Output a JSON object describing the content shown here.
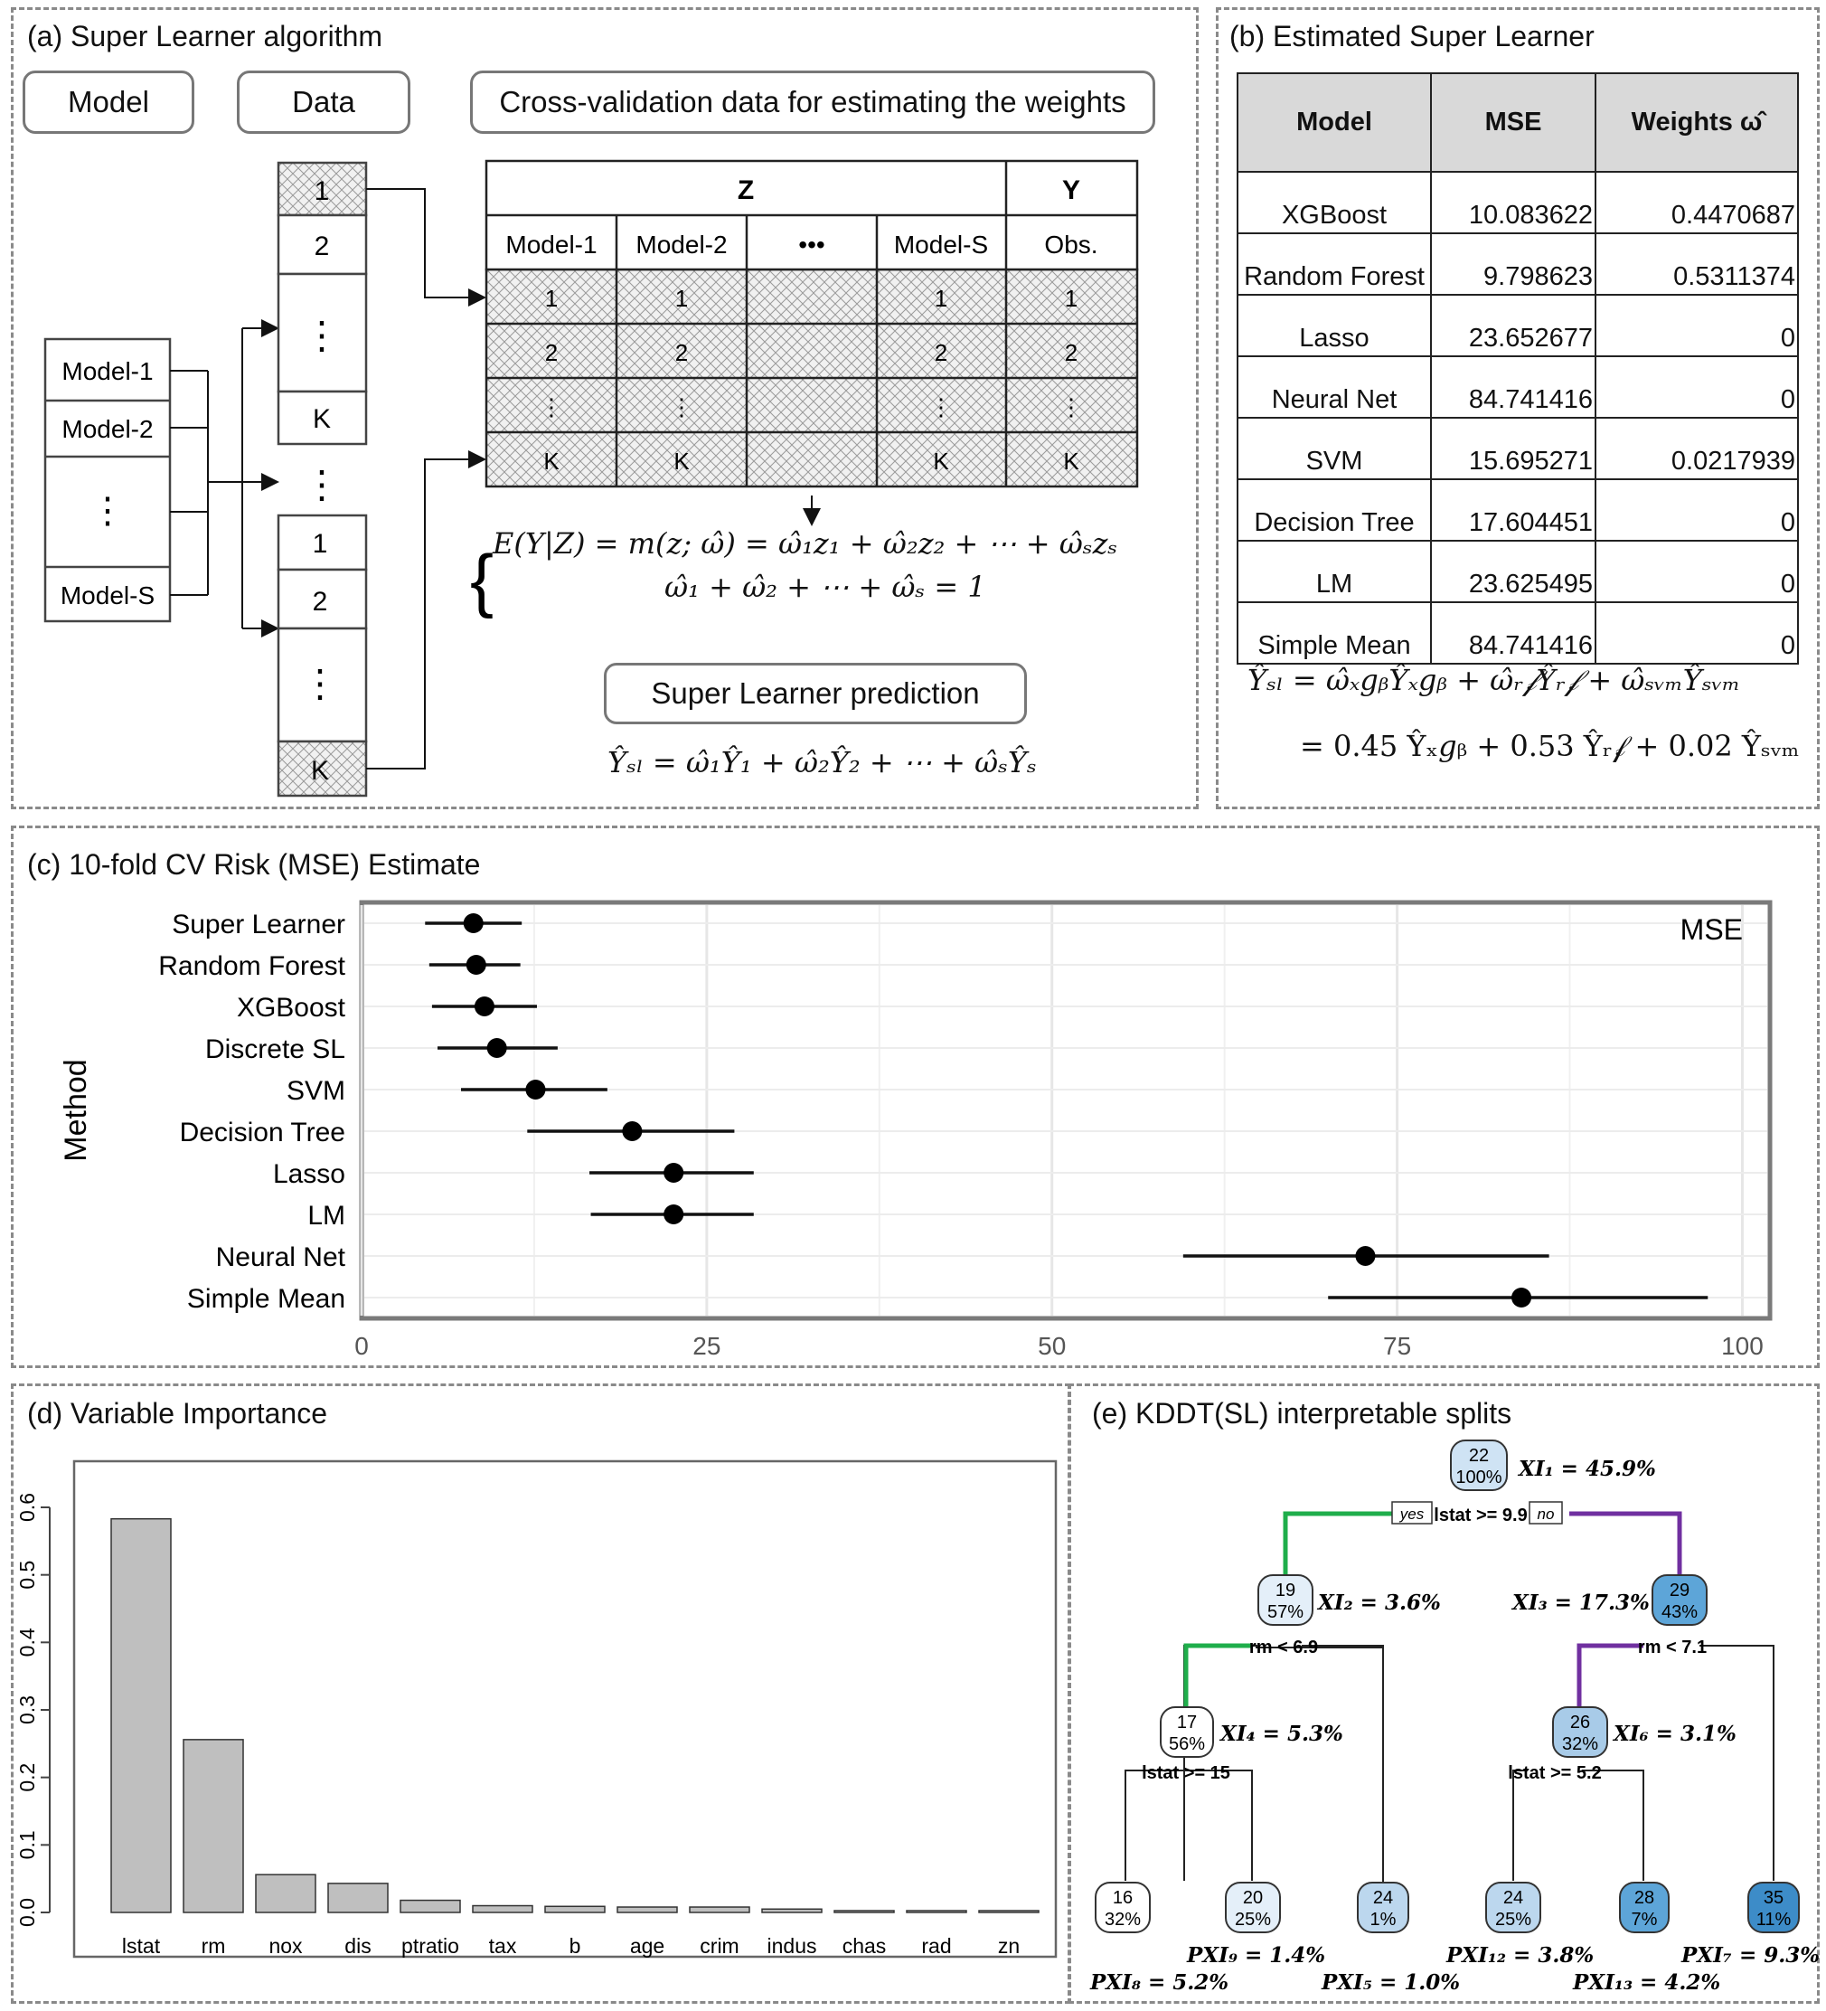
{
  "panel_a": {
    "title": "(a) Super Learner algorithm",
    "model_box": "Model",
    "data_box": "Data",
    "cv_box": "Cross-validation data for estimating the weights",
    "models": [
      "Model-1",
      "Model-2",
      "⋮",
      "Model-S"
    ],
    "folds_top": [
      "1",
      "2",
      "⋮",
      "K"
    ],
    "folds_bottom": [
      "1",
      "2",
      "⋮",
      "K"
    ],
    "z_header": "Z",
    "y_header": "Y",
    "cv_columns": [
      "Model-1",
      "Model-2",
      "•••",
      "Model-S",
      "Obs."
    ],
    "cv_rows": [
      [
        "1",
        "1",
        "",
        "1",
        "1"
      ],
      [
        "2",
        "2",
        "",
        "2",
        "2"
      ],
      [
        "⋮",
        "⋮",
        "",
        "⋮",
        "⋮"
      ],
      [
        "K",
        "K",
        "",
        "K",
        "K"
      ]
    ],
    "eq1": "E(Y|Z) = m(z; ω̂) = ω̂₁z₁ + ω̂₂z₂ + ⋯ + ω̂ₛzₛ",
    "eq2": "ω̂₁ + ω̂₂ + ⋯ + ω̂ₛ = 1",
    "prediction_box": "Super Learner prediction",
    "prediction_eq": "Ŷₛₗ = ω̂₁Ŷ₁ + ω̂₂Ŷ₂ + ⋯ + ω̂ₛŶₛ"
  },
  "panel_b": {
    "title": "(b) Estimated Super Learner",
    "headers": [
      "Model",
      "MSE",
      "Weights ω̂"
    ],
    "rows": [
      [
        "XGBoost",
        "10.083622",
        "0.4470687"
      ],
      [
        "Random Forest",
        "9.798623",
        "0.5311374"
      ],
      [
        "Lasso",
        "23.652677",
        "0"
      ],
      [
        "Neural Net",
        "84.741416",
        "0"
      ],
      [
        "SVM",
        "15.695271",
        "0.0217939"
      ],
      [
        "Decision Tree",
        "17.604451",
        "0"
      ],
      [
        "LM",
        "23.625495",
        "0"
      ],
      [
        "Simple Mean",
        "84.741416",
        "0"
      ]
    ],
    "eq1": "Ŷₛₗ = ω̂ₓ𝑔ᵦŶₓ𝑔ᵦ + ω̂ᵣ𝒻Ŷᵣ𝒻 + ω̂ₛᵥₘŶₛᵥₘ",
    "eq2": "= 0.45 Ŷₓ𝑔ᵦ + 0.53 Ŷᵣ𝒻 + 0.02 Ŷₛᵥₘ"
  },
  "panel_c": {
    "title": "(c) 10-fold CV Risk (MSE) Estimate",
    "chart_data": {
      "type": "scatter",
      "ylabel": "Method",
      "facet_label": "MSE",
      "categories": [
        "Super Learner",
        "Random Forest",
        "XGBoost",
        "Discrete SL",
        "SVM",
        "Decision Tree",
        "Lasso",
        "LM",
        "Neural Net",
        "Simple Mean"
      ],
      "values": [
        8.1,
        8.3,
        8.9,
        9.8,
        12.6,
        19.6,
        22.6,
        22.6,
        72.7,
        84.0
      ],
      "lower": [
        4.6,
        4.9,
        5.1,
        5.5,
        7.2,
        12.0,
        16.5,
        16.6,
        59.5,
        70.0
      ],
      "upper": [
        11.6,
        11.5,
        12.7,
        14.2,
        17.8,
        27.0,
        28.4,
        28.4,
        86.0,
        97.5
      ],
      "xlim": [
        0,
        102
      ],
      "xticks": [
        "0",
        "25",
        "50",
        "75",
        "100"
      ],
      "xtick_values": [
        0,
        25,
        50,
        75,
        100
      ]
    }
  },
  "panel_d": {
    "title": "(d) Variable Importance",
    "chart_data": {
      "type": "bar",
      "categories": [
        "lstat",
        "rm",
        "nox",
        "dis",
        "ptratio",
        "tax",
        "b",
        "age",
        "crim",
        "indus",
        "chas",
        "rad",
        "zn"
      ],
      "values": [
        0.583,
        0.256,
        0.056,
        0.043,
        0.018,
        0.01,
        0.009,
        0.008,
        0.008,
        0.005,
        0.002,
        0.002,
        0.002
      ],
      "ylim": [
        0,
        0.62
      ],
      "yticks": [
        "0.0",
        "0.1",
        "0.2",
        "0.3",
        "0.4",
        "0.5",
        "0.6"
      ],
      "ytick_values": [
        0,
        0.1,
        0.2,
        0.3,
        0.4,
        0.5,
        0.6
      ]
    }
  },
  "panel_e": {
    "title": "(e) KDDT(SL) interpretable splits",
    "yes_label": "yes",
    "no_label": "no",
    "nodes": [
      {
        "value": "22",
        "pct": "100%",
        "fill": "#cfe3f4"
      },
      {
        "value": "19",
        "pct": "57%",
        "fill": "#e4eff9"
      },
      {
        "value": "29",
        "pct": "43%",
        "fill": "#5da5d8"
      },
      {
        "value": "17",
        "pct": "56%",
        "fill": "#ffffff"
      },
      {
        "value": "26",
        "pct": "32%",
        "fill": "#a8cbe8"
      },
      {
        "value": "16",
        "pct": "32%",
        "fill": "#ffffff"
      },
      {
        "value": "20",
        "pct": "25%",
        "fill": "#e4eff9"
      },
      {
        "value": "24",
        "pct": "1%",
        "fill": "#bcd7ee"
      },
      {
        "value": "24",
        "pct": "25%",
        "fill": "#bcd7ee"
      },
      {
        "value": "28",
        "pct": "7%",
        "fill": "#5da5d8"
      },
      {
        "value": "35",
        "pct": "11%",
        "fill": "#3d8cc8"
      }
    ],
    "splits": [
      "lstat >= 9.9",
      "rm < 6.9",
      "rm < 7.1",
      "lstat >= 15",
      "lstat >= 5.2"
    ],
    "stats": [
      "XI₁ = 45.9%",
      "XI₂ = 3.6%",
      "XI₃ = 17.3%",
      "XI₄ = 5.3%",
      "XI₆ = 3.1%",
      "PXI₉ = 1.4%",
      "PXI₁₂ = 3.8%",
      "PXI₇ = 9.3%",
      "PXI₈ = 5.2%",
      "PXI₅ = 1.0%",
      "PXI₁₃ = 4.2%"
    ],
    "colors": {
      "yes_path": "#1fae4b",
      "no_path": "#7030a0"
    }
  }
}
